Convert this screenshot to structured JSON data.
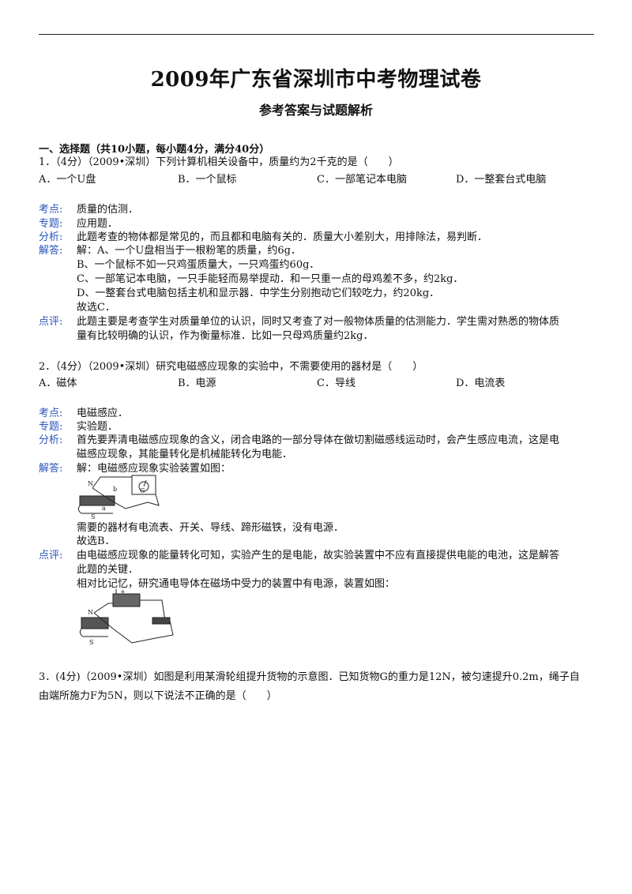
{
  "header": {
    "title": "2009年广东省深圳市中考物理试卷",
    "subtitle": "参考答案与试题解析"
  },
  "section": "一、选择题（共10小题，每小题4分，满分40分）",
  "labels": {
    "kaodian": "考点:",
    "zhuanti": "专题:",
    "fenxi": "分析:",
    "jieda": "解答:",
    "dianping": "点评:"
  },
  "q1": {
    "stem": "1．（4分）（2009•深圳）下列计算机相关设备中，质量约为2千克的是（　　）",
    "options": [
      "A．一个U盘",
      "B．一个鼠标",
      "C．一部笔记本电脑",
      "D．一整套台式电脑"
    ],
    "kaodian": "质量的估测．",
    "zhuanti": "应用题．",
    "fenxi": "此题考查的物体都是常见的，而且都和电脑有关的．质量大小差别大，用排除法，易判断．",
    "jieda": [
      "解：A、一个U盘相当于一根粉笔的质量，约6g．",
      "B、一个鼠标不如一只鸡蛋质量大，一只鸡蛋约60g．",
      "C、一部笔记本电脑，一只手能轻而易举提动．和一只重一点的母鸡差不多，约2kg．",
      "D、一整套台式电脑包括主机和显示器．中学生分别抱动它们较吃力，约20kg．",
      "故选C．"
    ],
    "dianping": [
      "此题主要是考查学生对质量单位的认识，同时又考查了对一般物体质量的估测能力．学生需对熟悉的物体质",
      "量有比较明确的认识，作为衡量标准．比如一只母鸡质量约2kg．"
    ]
  },
  "q2": {
    "stem": "2．（4分）（2009•深圳）研究电磁感应现象的实验中，不需要使用的器材是（　　）",
    "options": [
      "A．磁体",
      "B．电源",
      "C．导线",
      "D．电流表"
    ],
    "kaodian": "电磁感应．",
    "zhuanti": "实验题．",
    "fenxi": [
      "首先要弄清电磁感应现象的含义，闭合电路的一部分导体在做切割磁感线运动时，会产生感应电流，这是电",
      "磁感应现象，其能量转化是机械能转化为电能．"
    ],
    "jieda": "解：电磁感应现象实验装置如图：",
    "after_fig": [
      "需要的器材有电流表、开关、导线、蹄形磁铁，没有电源．",
      "故选B．"
    ],
    "dianping": [
      "由电磁感应现象的能量转化可知，实验产生的是电能，故实验装置中不应有直接提供电能的电池，这是解答",
      "此题的关键．",
      "相对比记忆，研究通电导体在磁场中受力的装置中有电源，装置如图："
    ],
    "fig1_letters": [
      "N",
      "b",
      "a",
      "S",
      "G"
    ],
    "fig2_letters": [
      "N",
      "S",
      "+"
    ]
  },
  "q3": {
    "stem": [
      "3．(4分)（2009•深圳）如图是利用某滑轮组提升货物的示意图．已知货物G的重力是12N，被匀速提升0.2m，绳子自",
      "由端所施力F为5N，则以下说法不正确的是（　　）"
    ]
  }
}
